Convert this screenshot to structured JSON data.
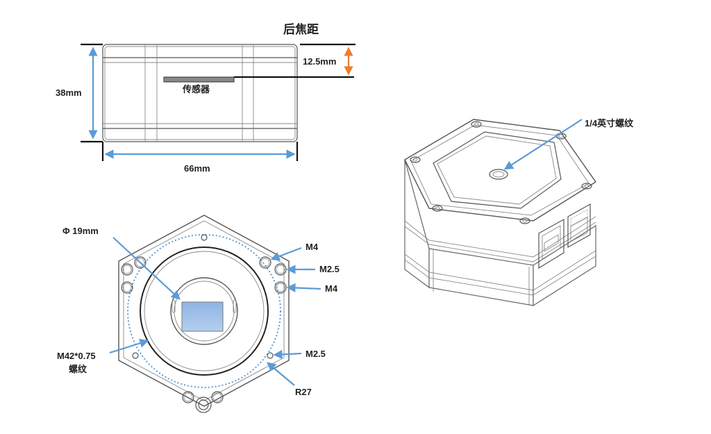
{
  "labels": {
    "back_focus_title": "后焦距",
    "back_focus_value": "12.5mm",
    "height": "38mm",
    "width": "66mm",
    "sensor": "传感器",
    "tripod_thread": "1/4英寸螺纹",
    "aperture": "Φ 19mm",
    "m4_top": "M4",
    "m25_top": "M2.5",
    "m4_mid": "M4",
    "m25_bottom": "M2.5",
    "mount_thread_line1": "M42*0.75",
    "mount_thread_line2": "螺纹",
    "radius": "R27"
  },
  "colors": {
    "dimension_blue": "#5b9bd5",
    "dimension_orange": "#ed7d31",
    "sensor_fill": "#9dc3e6"
  }
}
